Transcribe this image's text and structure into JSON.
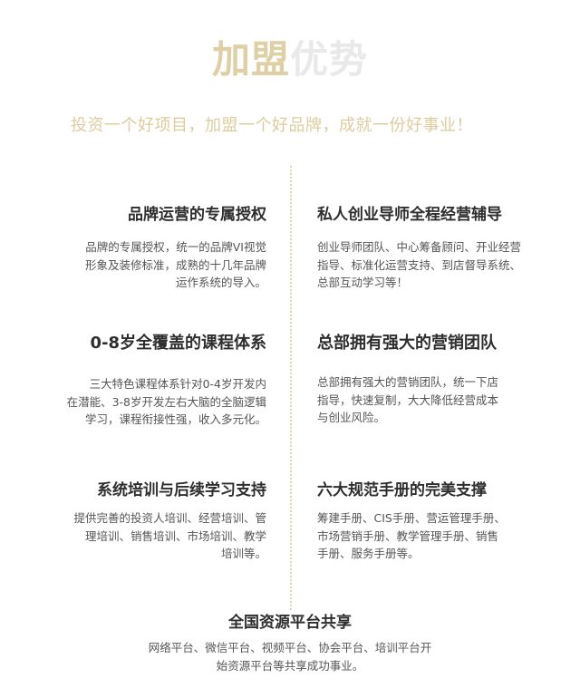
{
  "header": {
    "title_part1": "加盟",
    "title_part2": "优势",
    "subtitle": "投资一个好项目，加盟一个好品牌，成就一份好事业！"
  },
  "advantages": [
    {
      "title": "品牌运营的专属授权",
      "lines": [
        "品牌的专属授权，统一的品牌VI视觉",
        "形象及装修标准，成熟的十几年品牌",
        "运作系统的导入。"
      ]
    },
    {
      "title": "私人创业导师全程经营辅导",
      "lines": [
        "创业导师团队、中心筹备顾问、开业经营",
        "指导、标准化运营支持、到店督导系统、",
        "总部互动学习等！"
      ]
    },
    {
      "title": "0-8岁全覆盖的课程体系",
      "lines": [
        "三大特色课程体系针对0-4岁开发内",
        "在潜能、3-8岁开发左右大脑的全脑逻辑",
        "学习，课程衔接性强，收入多元化。"
      ]
    },
    {
      "title": "总部拥有强大的营销团队",
      "lines": [
        "总部拥有强大的营销团队，统一下店",
        "指导，快速复制，大大降低经营成本",
        "与创业风险。"
      ]
    },
    {
      "title": "系统培训与后续学习支持",
      "lines": [
        "提供完善的投资人培训、经营培训、管",
        "理培训、销售培训、市场培训、教学",
        "培训等。"
      ]
    },
    {
      "title": "六大规范手册的完美支撑",
      "lines": [
        "筹建手册、CIS手册、营运管理手册、",
        "市场营销手册、教学管理手册、销售",
        "手册、服务手册等。"
      ]
    },
    {
      "title": "全国资源平台共享",
      "lines": [
        "网络平台、微信平台、视频平台、协会平台、培训平台开",
        "始资源平台等共享成功事业。"
      ]
    }
  ],
  "colors": {
    "title_gold": "#dfcfa5",
    "title_gray": "#e9e9e9",
    "subtitle_gold": "#ddcc9e",
    "heading": "#2e2e2e",
    "body_text": "#555555",
    "divider": "#e2d4ad"
  }
}
